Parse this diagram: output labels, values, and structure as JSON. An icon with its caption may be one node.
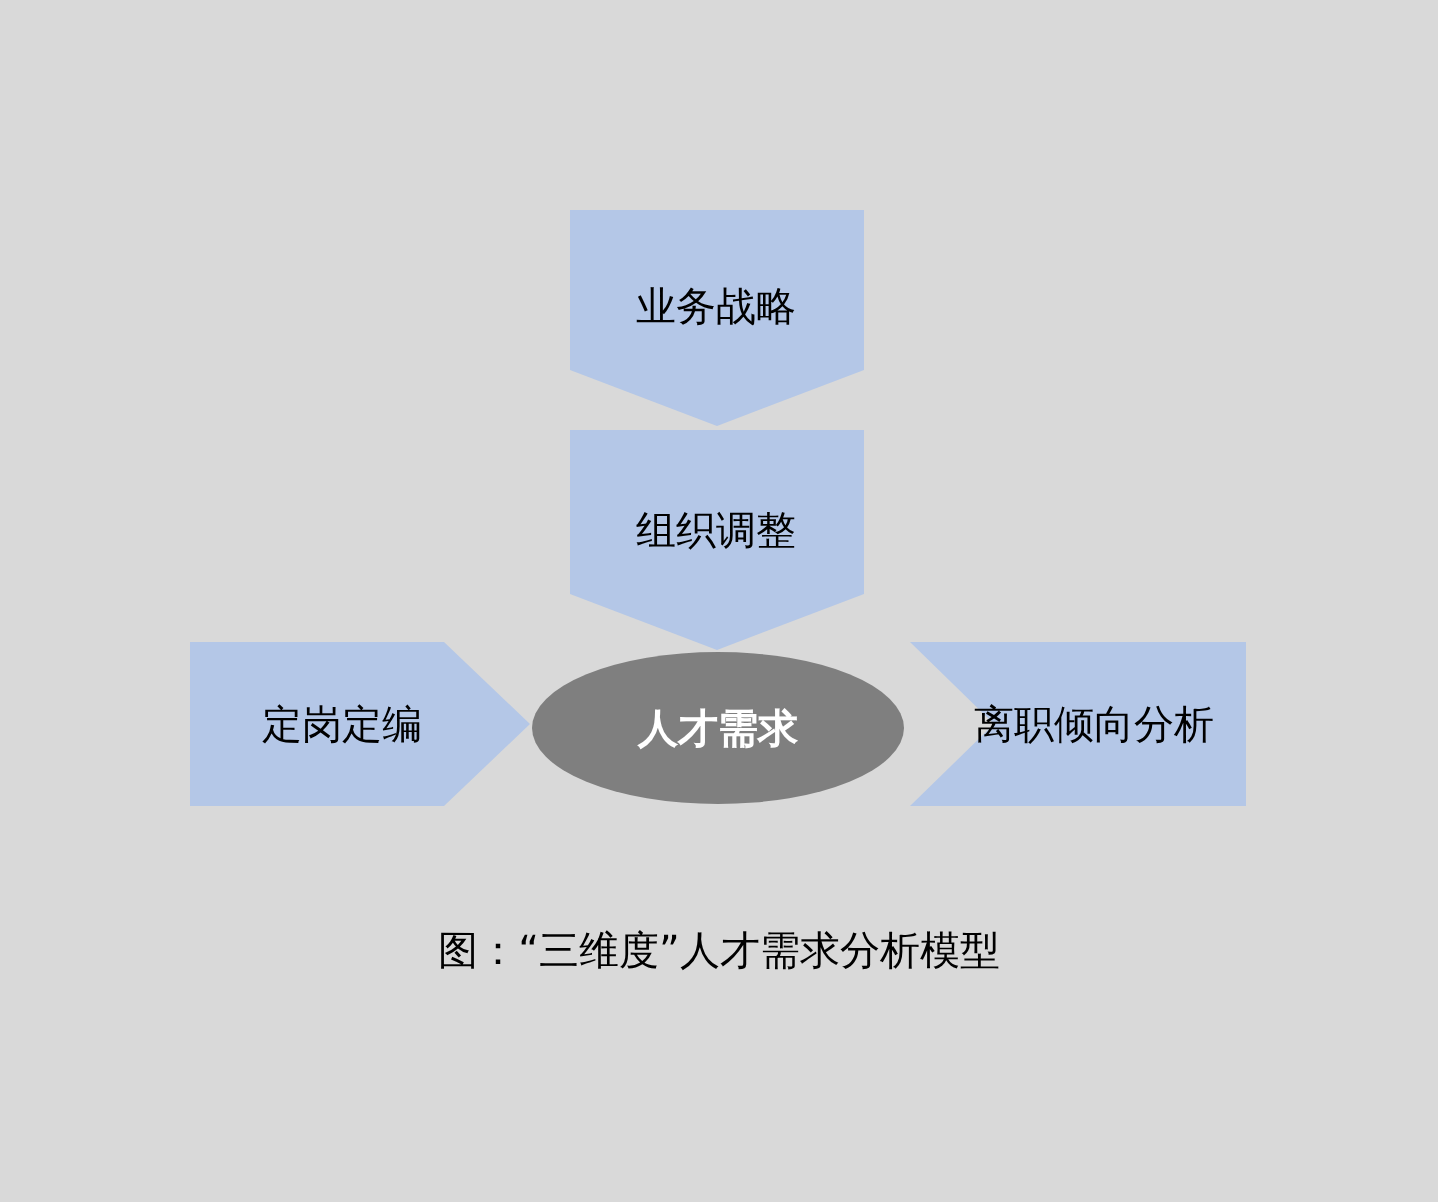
{
  "diagram": {
    "caption": "图：“三维度”人才需求分析模型",
    "nodes": [
      {
        "text": [
          "业务战略"
        ]
      },
      {
        "text": [
          "组织调整"
        ]
      },
      {
        "text": [
          "定岗定编"
        ]
      },
      {
        "text": [
          "人才需求"
        ]
      },
      {
        "text": [
          "离职倾向分析"
        ]
      }
    ]
  }
}
